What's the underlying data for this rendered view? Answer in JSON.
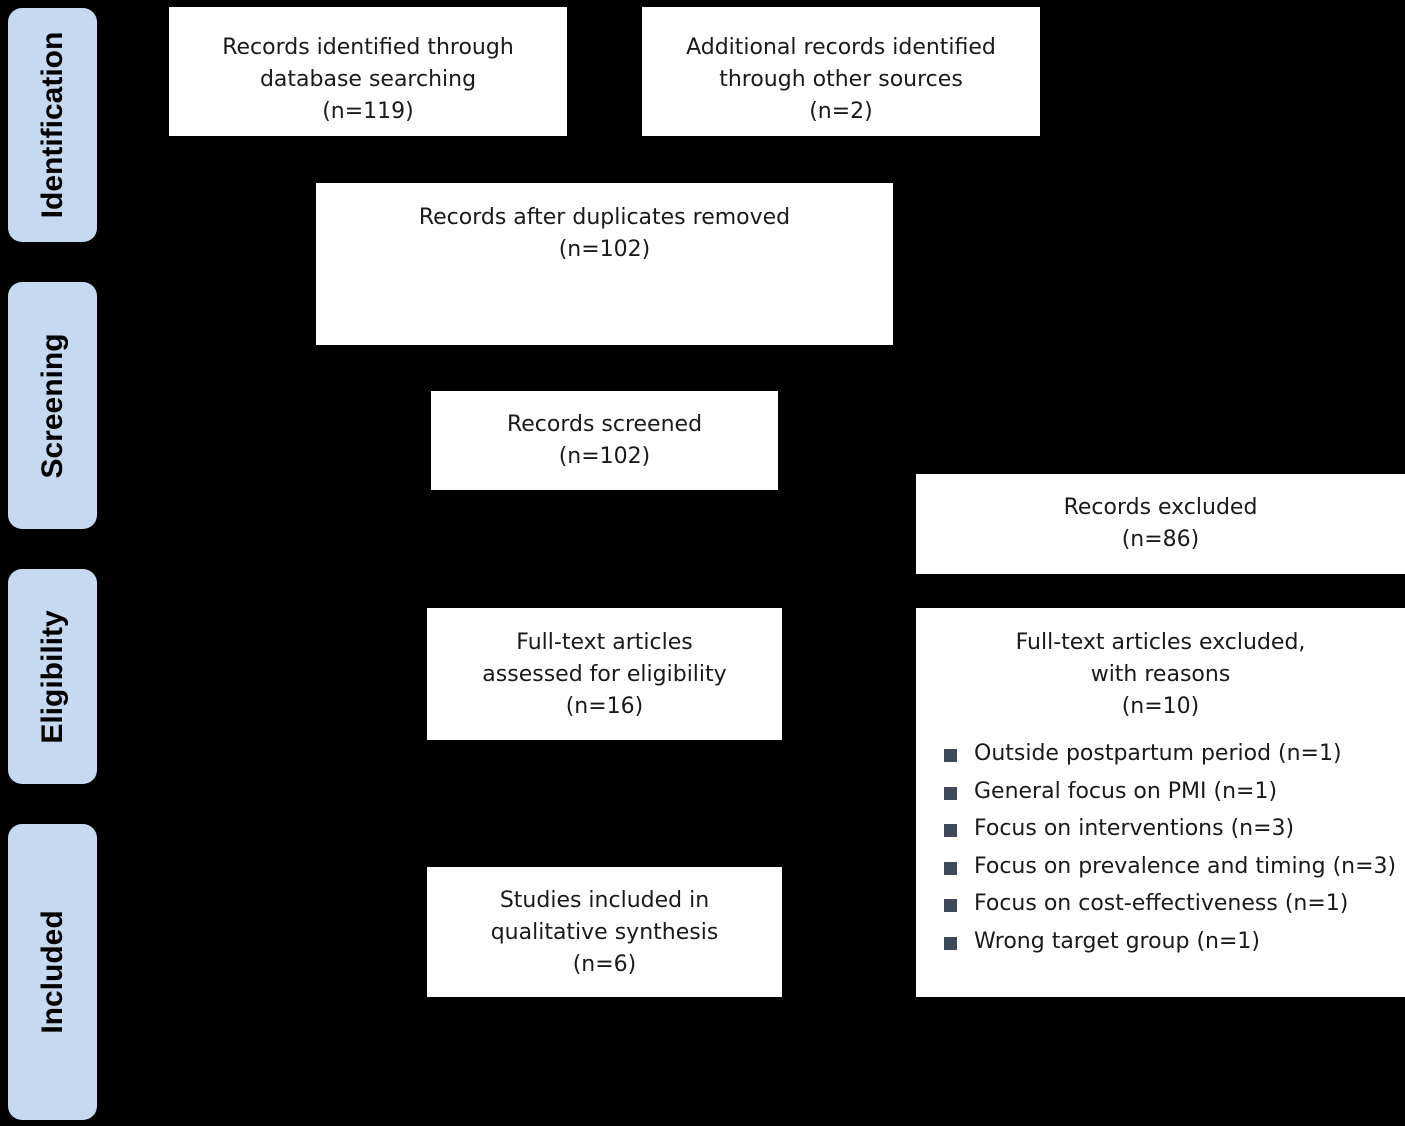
{
  "phases": {
    "identification": "Identification",
    "screening": "Screening",
    "eligibility": "Eligibility",
    "included": "Included"
  },
  "boxes": {
    "database": {
      "line1": "Records identified through",
      "line2": "database searching",
      "count": "(n=119)"
    },
    "other_sources": {
      "line1": "Additional records identified",
      "line2": "through other sources",
      "count": "(n=2)"
    },
    "after_duplicates": {
      "line1": "Records after duplicates removed",
      "count": "(n=102)"
    },
    "screened": {
      "line1": "Records screened",
      "count": "(n=102)"
    },
    "excluded": {
      "line1": "Records excluded",
      "count": "(n=86)"
    },
    "fulltext_assessed": {
      "line1": "Full-text articles",
      "line2": "assessed for eligibility",
      "count": "(n=16)"
    },
    "fulltext_excluded": {
      "line1": "Full-text articles excluded,",
      "line2": "with reasons",
      "count": "(n=10)",
      "reasons": [
        "Outside postpartum period (n=1)",
        "General focus on PMI (n=1)",
        "Focus on interventions (n=3)",
        "Focus on prevalence and timing (n=3)",
        "Focus on cost-effectiveness (n=1)",
        "Wrong target group (n=1)"
      ]
    },
    "included": {
      "line1": "Studies included in",
      "line2": "qualitative synthesis",
      "count": "(n=6)"
    }
  },
  "colors": {
    "background": "#000000",
    "phase_fill": "#c5d9f1",
    "box_fill": "#ffffff",
    "bullet": "#3c4a5a"
  }
}
